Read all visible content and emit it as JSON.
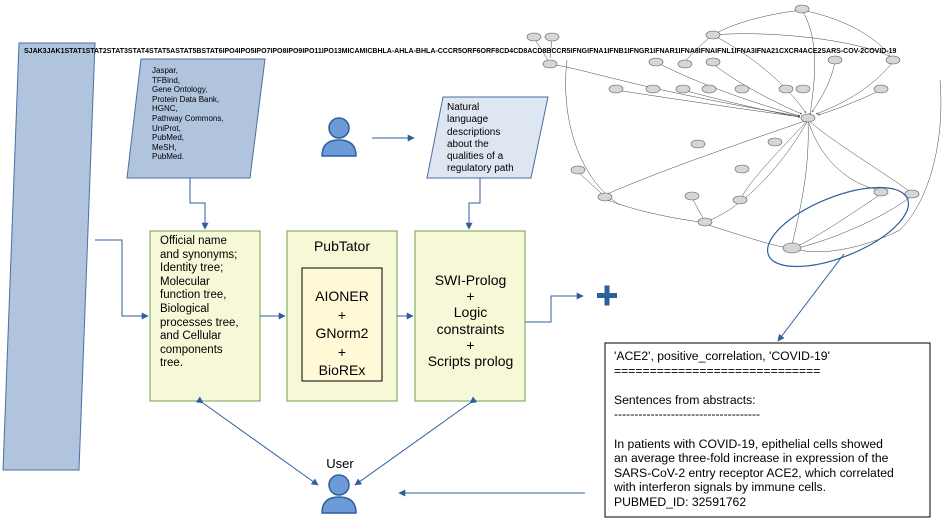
{
  "gene_list": [
    "S",
    "JAK3",
    "JAK1",
    "STAT1",
    "STAT2",
    "STAT3",
    "STAT4",
    "STAT5A",
    "STAT5B",
    "STAT6",
    "IPO4",
    "IPO5",
    "IPO7",
    "IPO8",
    "IPO9",
    "IPO11",
    "IPO13",
    "MICA",
    "MICB",
    "HLA-A",
    "HLA-B",
    "HLA-C",
    "CCR5",
    "ORF6",
    "ORF8",
    "CD4",
    "CD8A",
    "CD8B",
    "CCR5",
    "IFNG",
    "IFNA1",
    "IFNB1",
    "IFNGR1",
    "IFNAR1",
    "IFNA8",
    "IFNA",
    "IFNL1",
    "IFNA3",
    "IFNA21",
    "CXCR4",
    "ACE2",
    "SARS-COV-2",
    "COVID-19"
  ],
  "databases": [
    "Jaspar,",
    "TFBind,",
    "Gene Ontology,",
    "Protein Data Bank,",
    "HGNC,",
    "Pathway Commons,",
    "UniProt,",
    "PubMed,",
    "MeSH,",
    "PubMed."
  ],
  "natural_language": [
    "Natural",
    "language",
    "descriptions",
    "about the",
    "qualities of a",
    "regulatory path"
  ],
  "official_names_box": [
    "Official name",
    "and synonyms;",
    "Identity tree;",
    "Molecular",
    "function tree,",
    "Biological",
    "processes tree,",
    "and Cellular",
    "components",
    "tree."
  ],
  "pubtator": {
    "title": "PubTator",
    "tools": [
      "AIONER",
      "+",
      "GNorm2",
      "+",
      "BioREx"
    ]
  },
  "swi_prolog": [
    "SWI-Prolog",
    "+",
    "Logic",
    "constraints",
    "+",
    "Scripts prolog"
  ],
  "plus_symbol": "+",
  "user_label": "User",
  "result_lines": [
    "'ACE2', positive_correlation, 'COVID-19'",
    "=============================",
    "",
    "Sentences from abstracts:",
    "------------------------------------",
    "",
    "In patients with COVID-19, epithelial cells showed",
    "an average three-fold increase in expression of the",
    "SARS-CoV-2 entry receptor ACE2, which correlated",
    "with interferon signals by immune cells.",
    "PUBMED_ID: 32591762"
  ],
  "colors": {
    "parallelogram_fill": "#b0c4de",
    "parallelogram_light_fill": "#dde6f1",
    "parallelogram_stroke": "#4a6fa5",
    "box_fill": "#f7f8d7",
    "inner_box_fill": "#fff9d8",
    "box_stroke": "#6fa04a",
    "arrow": "#2e5f9c",
    "person": "#6d9bd8",
    "graph_node": "#d6d6d6"
  },
  "icons": [
    "person-icon",
    "plus-icon",
    "network-graph"
  ]
}
